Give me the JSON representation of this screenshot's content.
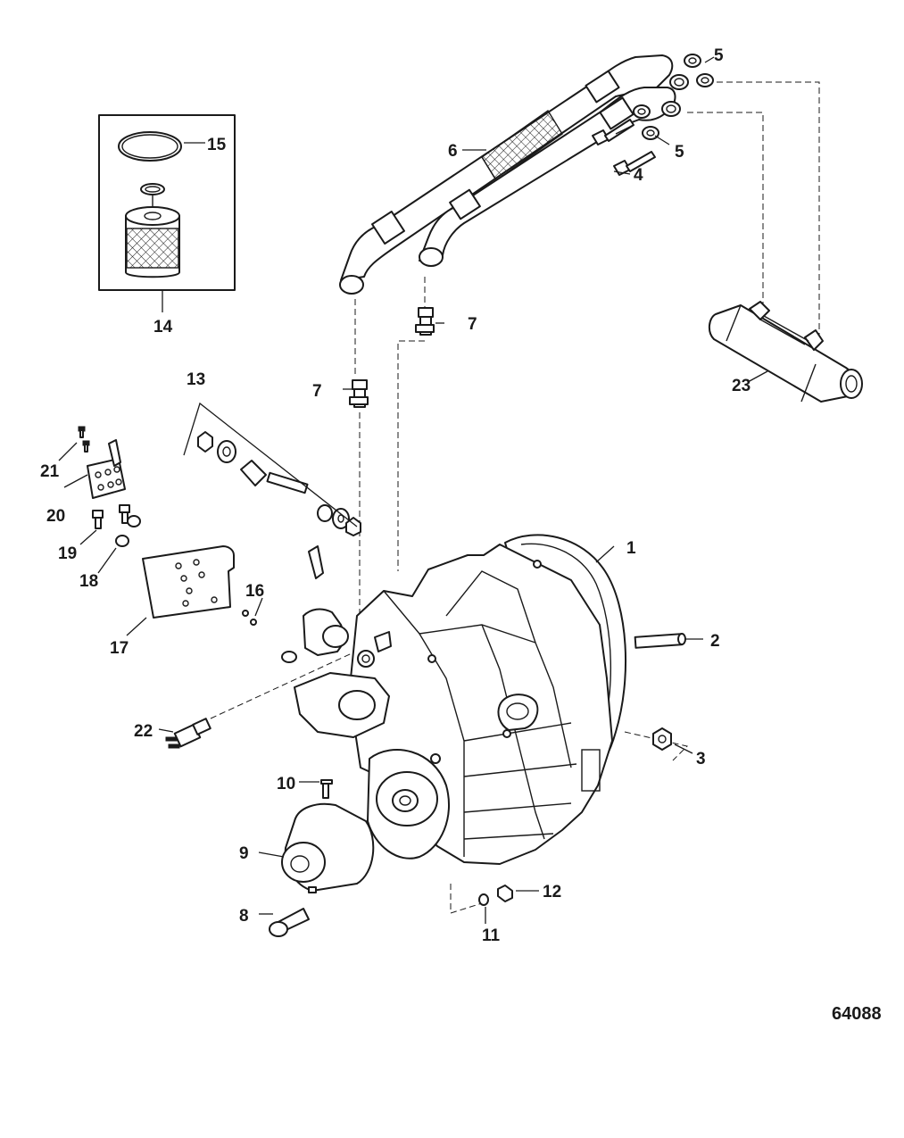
{
  "figure_number": "64088",
  "callouts": [
    {
      "id": "part-1",
      "text": "1"
    },
    {
      "id": "part-2",
      "text": "2"
    },
    {
      "id": "part-3",
      "text": "3"
    },
    {
      "id": "part-4",
      "text": "4"
    },
    {
      "id": "part-5a",
      "text": "5"
    },
    {
      "id": "part-5b",
      "text": "5"
    },
    {
      "id": "part-6",
      "text": "6"
    },
    {
      "id": "part-7a",
      "text": "7"
    },
    {
      "id": "part-7b",
      "text": "7"
    },
    {
      "id": "part-8",
      "text": "8"
    },
    {
      "id": "part-9",
      "text": "9"
    },
    {
      "id": "part-10",
      "text": "10"
    },
    {
      "id": "part-11",
      "text": "11"
    },
    {
      "id": "part-12",
      "text": "12"
    },
    {
      "id": "part-13",
      "text": "13"
    },
    {
      "id": "part-14",
      "text": "14"
    },
    {
      "id": "part-15",
      "text": "15"
    },
    {
      "id": "part-16",
      "text": "16"
    },
    {
      "id": "part-17",
      "text": "17"
    },
    {
      "id": "part-18",
      "text": "18"
    },
    {
      "id": "part-19",
      "text": "19"
    },
    {
      "id": "part-20",
      "text": "20"
    },
    {
      "id": "part-21",
      "text": "21"
    },
    {
      "id": "part-22",
      "text": "22"
    },
    {
      "id": "part-23",
      "text": "23"
    }
  ]
}
